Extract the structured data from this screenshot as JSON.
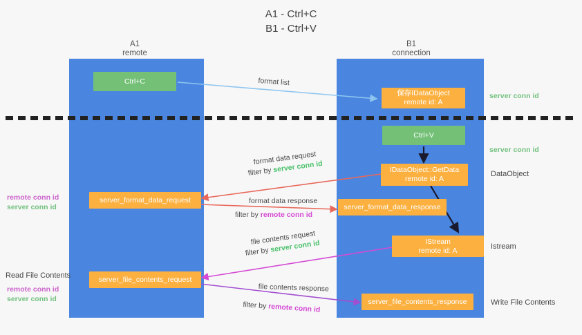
{
  "title": "A1 - Ctrl+C\nB1 - Ctrl+V",
  "colors": {
    "lane": "#4a86e0",
    "node_green": "#74c077",
    "node_orange": "#fbb040",
    "server_conn_id": "#72c07e",
    "remote_conn_id": "#cc66cc",
    "arrow_lightblue": "#8ec5f0",
    "arrow_red": "#e8685a",
    "arrow_magenta": "#d44ad4",
    "arrow_purple": "#a14fd0",
    "arrow_dark": "#1a1a2e",
    "divider": "#222222"
  },
  "lanes": [
    {
      "id": "a1",
      "title": "A1\nremote"
    },
    {
      "id": "b1",
      "title": "B1\nconnection"
    }
  ],
  "nodes": [
    {
      "id": "ctrl-c",
      "line1": "Ctrl+C",
      "line2": "",
      "style": "green"
    },
    {
      "id": "save-idataobject",
      "line1": "保存IDataObject",
      "line2": "remote id: A",
      "style": "orange"
    },
    {
      "id": "ctrl-v",
      "line1": "Ctrl+V",
      "line2": "",
      "style": "green"
    },
    {
      "id": "idataobject-getdata",
      "line1": "IDataObject::GetData",
      "line2": "remote id: A",
      "style": "orange"
    },
    {
      "id": "server-format-data-request",
      "line1": "server_format_data_request",
      "line2": "",
      "style": "orange"
    },
    {
      "id": "server-format-data-response",
      "line1": "server_format_data_response",
      "line2": "",
      "style": "orange"
    },
    {
      "id": "istream",
      "line1": "IStream",
      "line2": "remote id: A",
      "style": "orange"
    },
    {
      "id": "server-file-contents-request",
      "line1": "server_file_contents_request",
      "line2": "",
      "style": "orange"
    },
    {
      "id": "server-file-contents-response",
      "line1": "server_file_contents_response",
      "line2": "",
      "style": "orange"
    }
  ],
  "edge_labels": {
    "format_list": "format list",
    "format_data_request": "format data request",
    "format_data_request_filter_prefix": "filter by ",
    "format_data_request_filter_key": "server conn id",
    "format_data_response": "format data response",
    "format_data_response_filter_prefix": "filter by ",
    "format_data_response_filter_key": "remote conn id",
    "file_contents_request": "file contents request",
    "file_contents_request_filter_prefix": "filter by ",
    "file_contents_request_filter_key": "server conn id",
    "file_contents_response": "file contents response",
    "file_contents_response_filter_prefix": "filter by ",
    "file_contents_response_filter_key": "remote conn id"
  },
  "right_labels": {
    "server_conn_id_top": "server conn id",
    "server_conn_id_mid": "server conn id",
    "dataobject": "DataObject",
    "istream": "Istream",
    "write_file_contents": "Write File Contents"
  },
  "left_labels": {
    "conn_top_remote": "remote conn id",
    "conn_top_server": "server conn id",
    "read_file_contents": "Read File Contents",
    "conn_bottom_remote": "remote conn id",
    "conn_bottom_server": "server conn id"
  }
}
